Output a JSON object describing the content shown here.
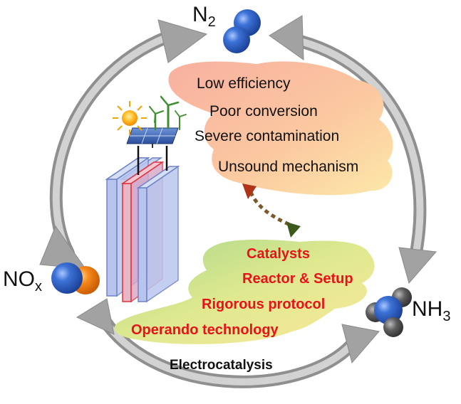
{
  "molecules": {
    "n2": {
      "label": "N",
      "subscript": "2"
    },
    "nox": {
      "label": "NO",
      "subscript": "x"
    },
    "nh3": {
      "label": "NH",
      "subscript": "3"
    }
  },
  "challenges": [
    "Low efficiency",
    "Poor conversion",
    "Severe contamination",
    "Unsound mechanism"
  ],
  "solutions": [
    "Catalysts",
    "Reactor & Setup",
    "Rigorous protocol",
    "Operando technology"
  ],
  "cycle_label": "Electrocatalysis",
  "colors": {
    "atom_blue": "#2f63c8",
    "atom_orange": "#f07a10",
    "atom_grey": "#5a5a5a",
    "arrow_grey": "#9a9a9a",
    "solution_text": "#e8121b",
    "challenge_cloud": "#f6b48c",
    "solution_cloud": "#b8d98a"
  },
  "icons": [
    "sun-icon",
    "solar-panel-icon",
    "wind-turbine-icon",
    "electrolyzer-icon"
  ]
}
